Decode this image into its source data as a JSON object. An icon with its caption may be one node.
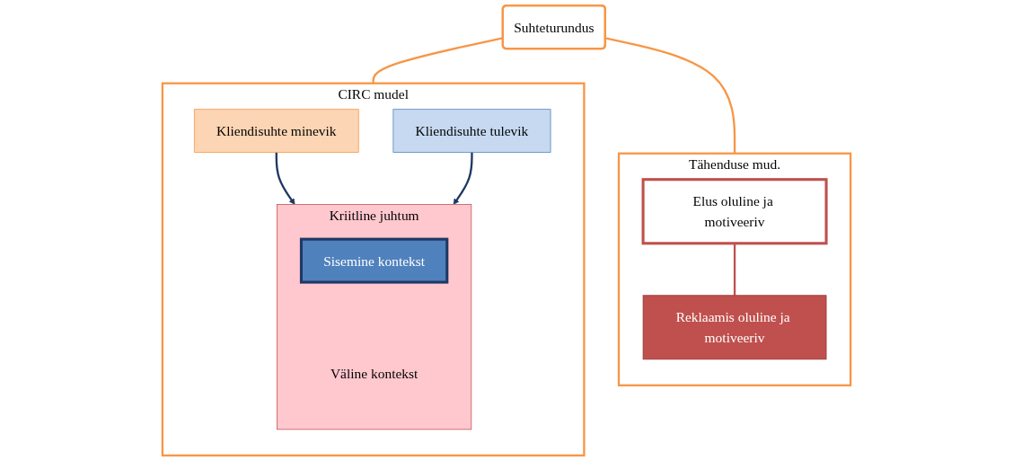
{
  "diagram": {
    "nodes": [
      {
        "text": [
          "Suhteturundus"
        ]
      },
      {
        "text": [
          "CIRC mudel"
        ]
      },
      {
        "text": [
          "Kliendisuhte minevik"
        ],
        "in": 1
      },
      {
        "text": [
          "Kriitline juhtum",
          "Väline kontekst"
        ],
        "in": 1
      },
      {
        "text": [
          "Sisemine kontekst"
        ],
        "in": 3
      },
      {
        "text": [
          "Kliendisuhte tulevik"
        ],
        "in": 1
      },
      {
        "text": [
          "Tähenduse mud."
        ]
      },
      {
        "text": [
          "Elus oluline ja motiveeriv"
        ],
        "in": 6
      },
      {
        "text": [
          "Reklaamis oluline ja motiveeriv"
        ],
        "in": 6
      }
    ],
    "edges": [
      {
        "from": 0,
        "to": 1,
        "arrow": "none",
        "color": "#f79646"
      },
      {
        "from": 0,
        "to": 6,
        "arrow": "none",
        "color": "#f79646"
      },
      {
        "from": 2,
        "to": 3,
        "arrow": "to",
        "color": "#1f3864"
      },
      {
        "from": 5,
        "to": 3,
        "arrow": "to",
        "color": "#1f3864"
      },
      {
        "from": 7,
        "to": 8,
        "arrow": "none",
        "color": "#c0504d"
      }
    ]
  }
}
